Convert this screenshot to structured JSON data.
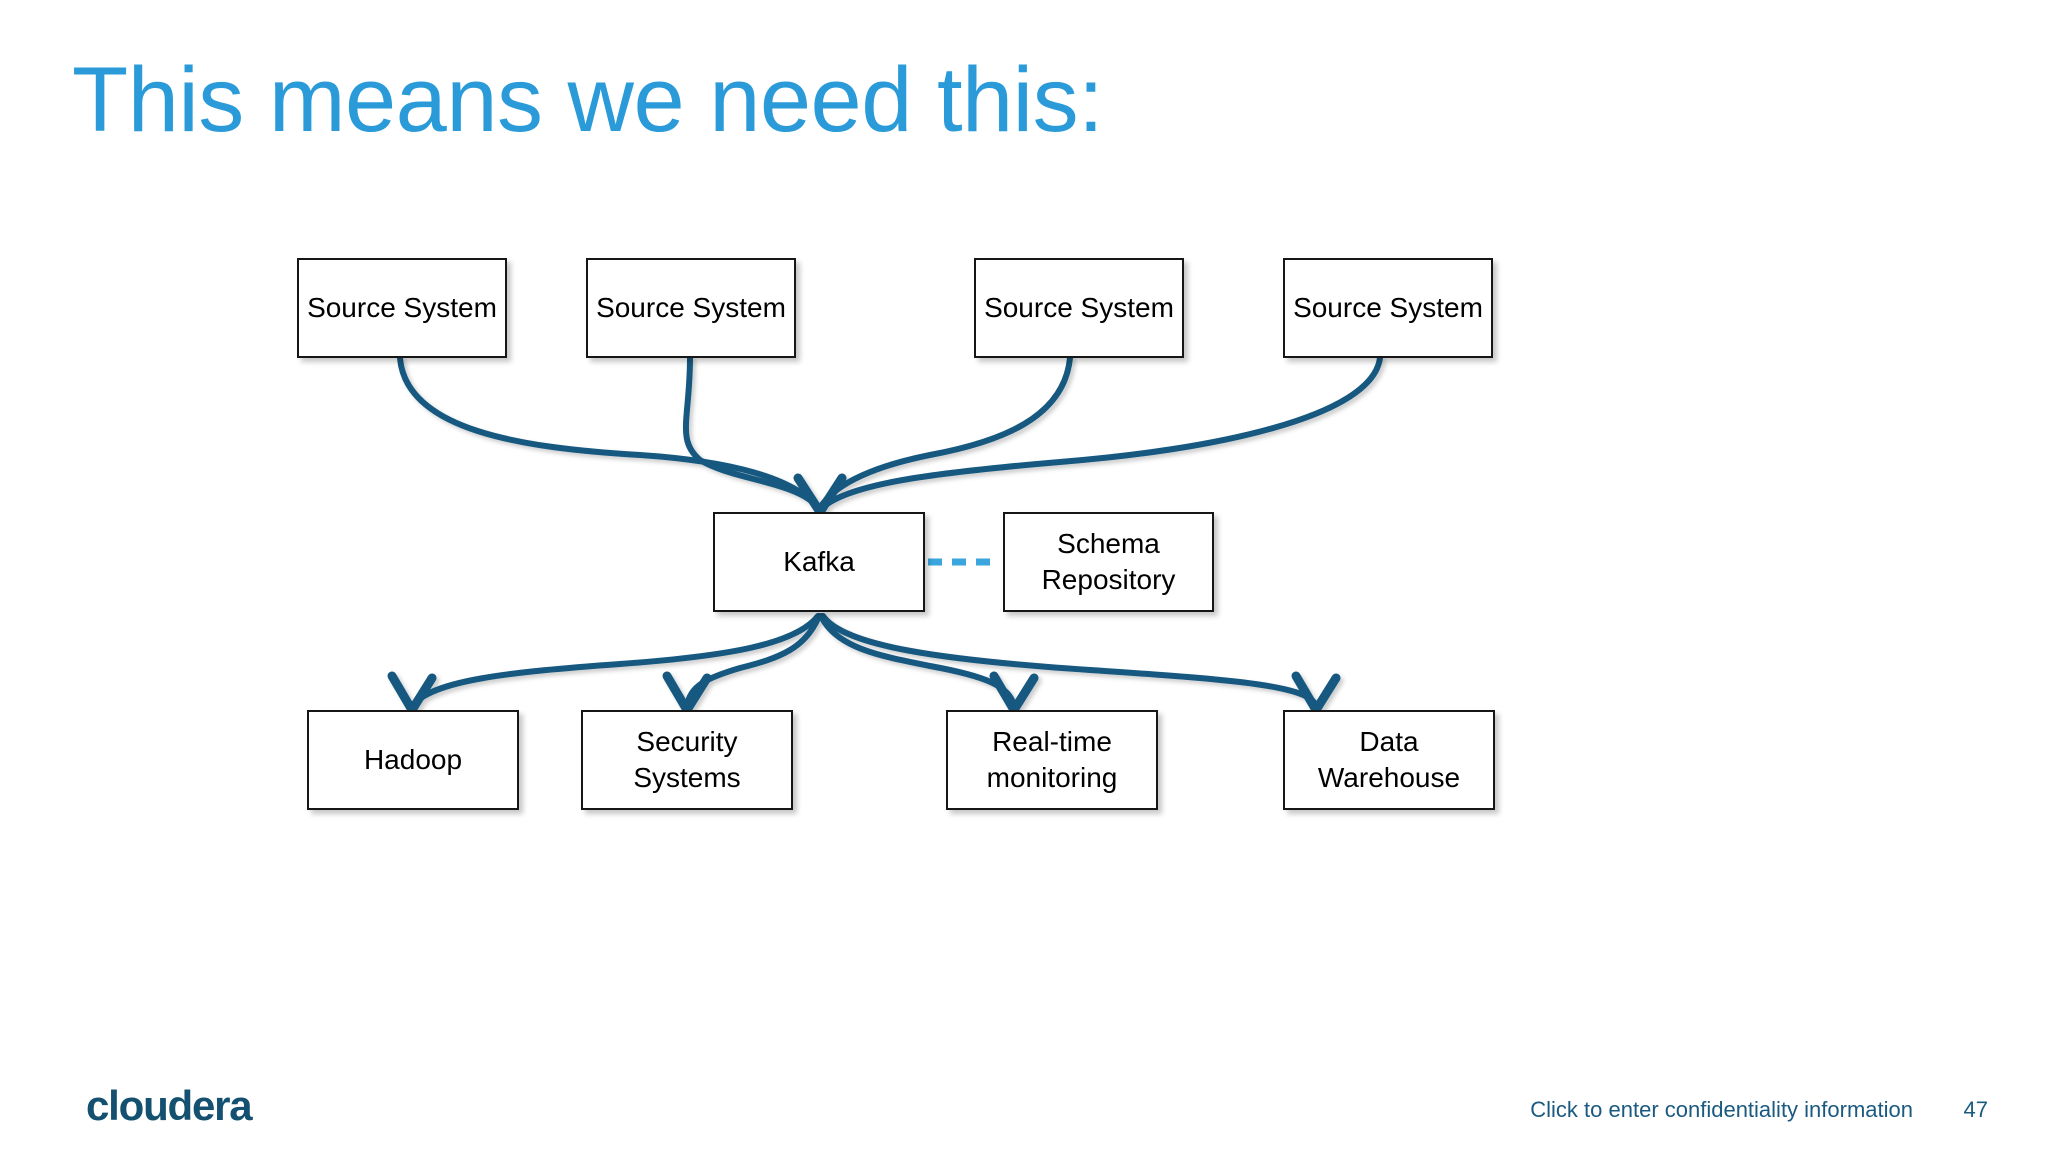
{
  "slide": {
    "title": "This means we need this:",
    "title_color": "#2a9bd8",
    "background_color": "#ffffff"
  },
  "diagram": {
    "edge_color": "#14587f",
    "dashed_edge_color": "#3ba6de",
    "node_border_color": "#161616",
    "node_fill_color": "#ffffff",
    "sources": [
      {
        "label": "Source System"
      },
      {
        "label": "Source System"
      },
      {
        "label": "Source System"
      },
      {
        "label": "Source System"
      }
    ],
    "hub": {
      "label": "Kafka"
    },
    "side": {
      "label_line1": "Schema",
      "label_line2": "Repository"
    },
    "consumers": [
      {
        "label_line1": "Hadoop",
        "label_line2": ""
      },
      {
        "label_line1": "Security",
        "label_line2": "Systems"
      },
      {
        "label_line1": "Real-time",
        "label_line2": "monitoring"
      },
      {
        "label_line1": "Data",
        "label_line2": "Warehouse"
      }
    ]
  },
  "footer": {
    "logo": "cloudera",
    "confidentiality": "Click to enter confidentiality information",
    "page_number": "47",
    "text_color": "#1b5a80"
  }
}
